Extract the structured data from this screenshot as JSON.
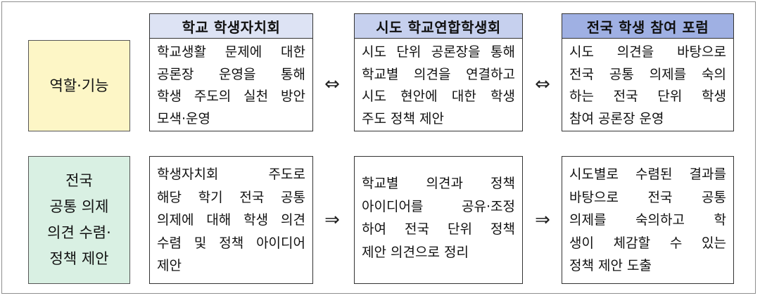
{
  "rows": {
    "role_label": [
      "역할·기능"
    ],
    "agenda_label": [
      "전국",
      "공통 의제",
      "의견 수렴·",
      "정책 제안"
    ]
  },
  "columns": [
    {
      "title": "학교 학생자치회",
      "role_lines": [
        "학교생활 문제에 대한",
        "공론장 운영을 통해",
        "학생 주도의 실천 방안",
        "모색·운영"
      ],
      "agenda_lines": [
        "학생자치회 주도로",
        "해당 학기 전국 공통",
        "의제에 대해 학생 의견",
        "수렴 및 정책 아이디어",
        "제안"
      ]
    },
    {
      "title": "시도 학교연합학생회",
      "role_lines": [
        "시도 단위 공론장을 통해",
        "학교별 의견을 연결하고",
        "시도 현안에 대한 학생",
        "주도 정책 제안"
      ],
      "agenda_lines": [
        "학교별 의견과 정책",
        "아이디어를 공유·조정",
        "하여 전국 단위 정책",
        "제안 의견으로 정리"
      ]
    },
    {
      "title": "전국 학생 참여 포럼",
      "role_lines": [
        "시도 의견을 바탕으로",
        "전국 공통 의제를 숙의",
        "하는 전국 단위 학생",
        "참여 공론장 운영"
      ],
      "agenda_lines": [
        "시도별로 수렴된 결과를",
        "바탕으로 전국 공통",
        "의제를 숙의하고 학",
        "생이 체감할 수 있는",
        "정책 제안 도출"
      ]
    }
  ],
  "arrows": {
    "bidirectional": "⇔",
    "forward": "⇒"
  }
}
